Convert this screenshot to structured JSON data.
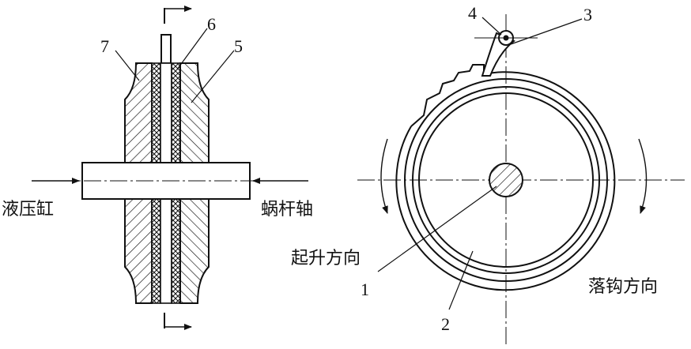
{
  "labels": {
    "hydraulic_cylinder": "液压缸",
    "worm_shaft": "蜗杆轴",
    "lifting_direction": "起升方向",
    "lowering_direction": "落钩方向"
  },
  "part_numbers": {
    "n1": "1",
    "n2": "2",
    "n3": "3",
    "n4": "4",
    "n5": "5",
    "n6": "6",
    "n7": "7"
  }
}
